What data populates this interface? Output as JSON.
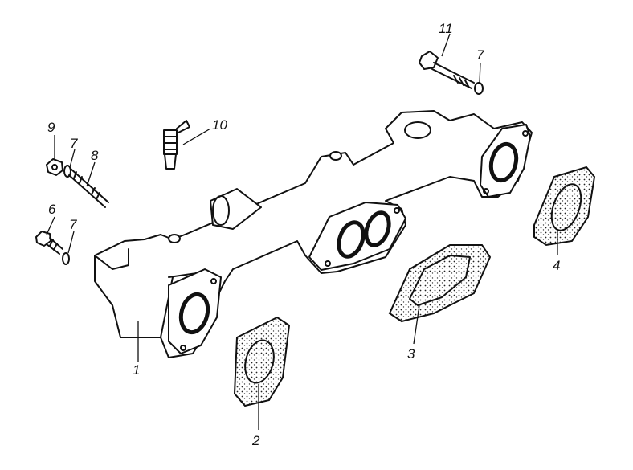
{
  "diagram": {
    "callouts": {
      "manifold": "1",
      "gasket_front": "2",
      "gasket_middle": "3",
      "gasket_rear": "4",
      "bolt_short": "6",
      "washer_upper_left": "7",
      "washer_lower_left": "7",
      "washer_right": "7",
      "stud": "8",
      "nut": "9",
      "sensor": "10",
      "bolt_long": "11"
    }
  }
}
